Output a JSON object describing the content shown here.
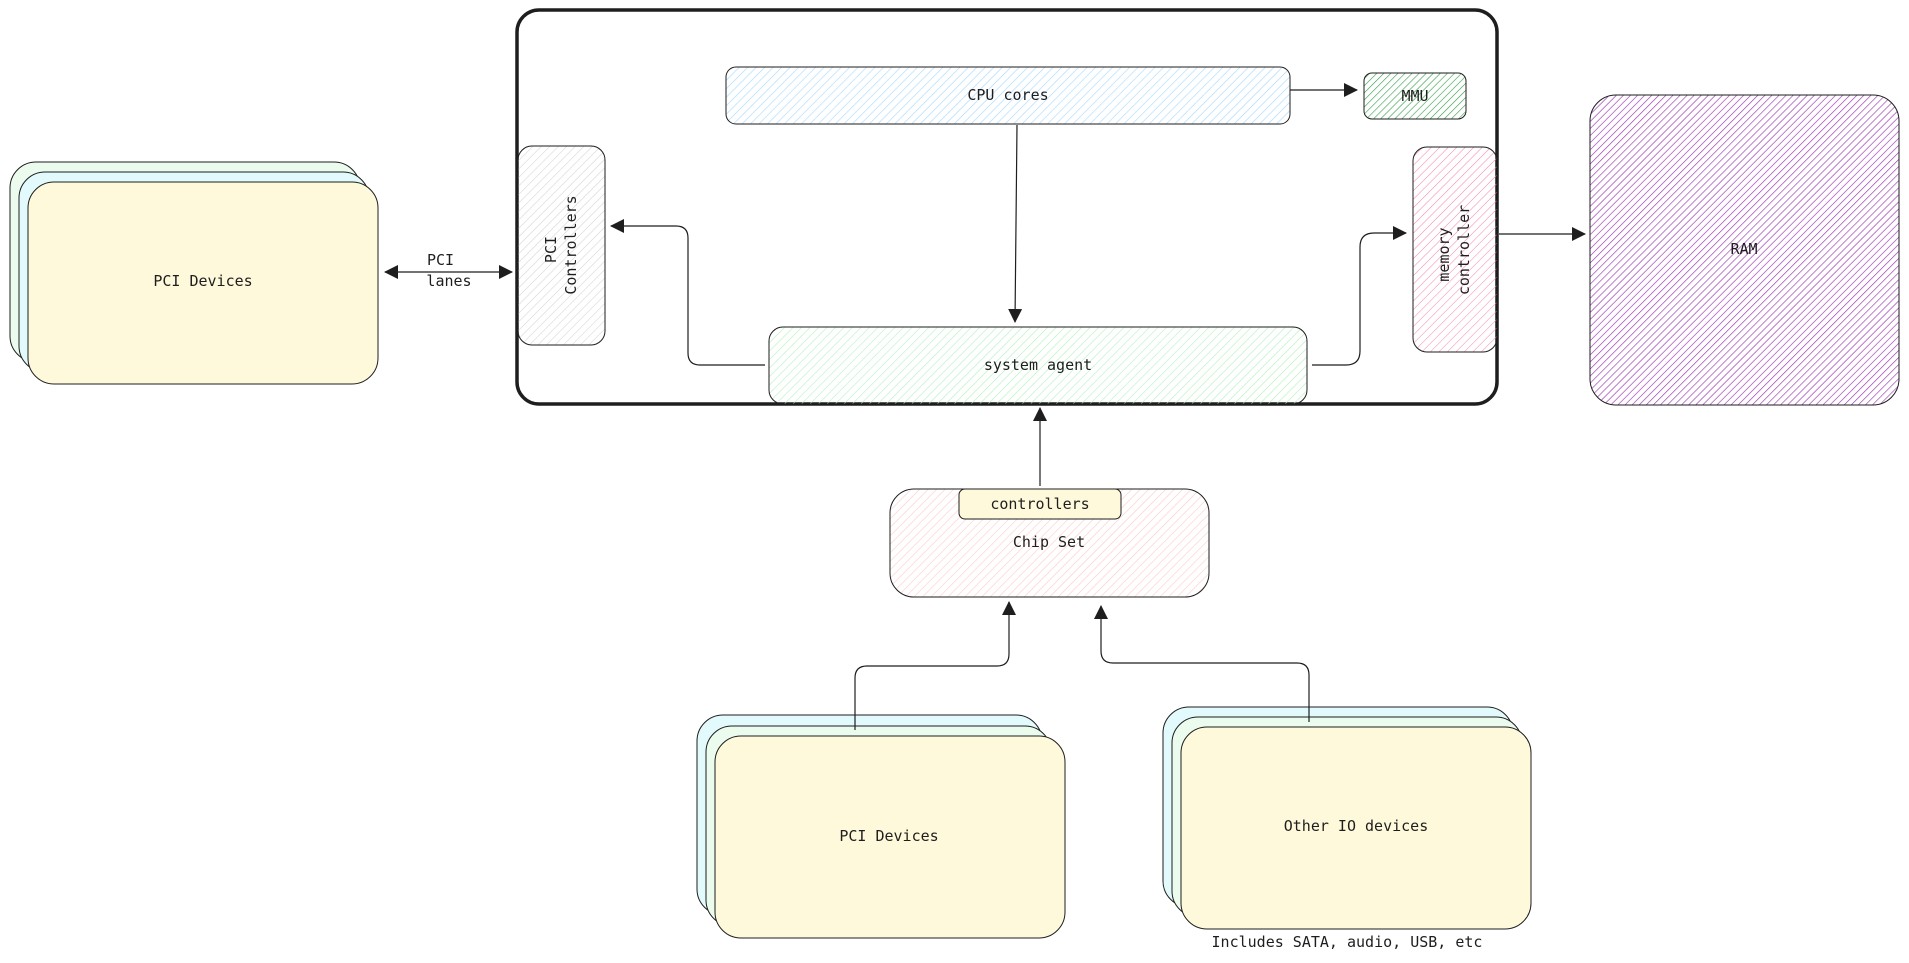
{
  "diagram": {
    "cpu_cores": "CPU cores",
    "mmu": "MMU",
    "pci_controllers_line1": "PCI",
    "pci_controllers_line2": "Controllers",
    "memory_controller_line1": "memory",
    "memory_controller_line2": "controller",
    "system_agent": "system agent",
    "ram": "RAM",
    "pci_devices_left": "PCI Devices",
    "pci_lanes_line1": "PCI",
    "pci_lanes_line2": "lanes",
    "chipset_controllers": "controllers",
    "chip_set": "Chip Set",
    "pci_devices_bottom": "PCI Devices",
    "other_io_devices": "Other IO devices",
    "other_io_note": "Includes SATA, audio, USB, etc"
  },
  "colors": {
    "stroke": "#1e1e1e",
    "cpu_cores_fill": "#a5d8ff",
    "mmu_fill": "#2f9e44",
    "system_agent_fill": "#b2f2bb",
    "memory_controller_fill": "#f783ac",
    "ram_fill": "#9c36b5",
    "chip_set_fill": "#ffc9c9",
    "pci_controllers_fill": "#ced4da",
    "device_front_fill": "#fff9db",
    "device_back_blue": "#e3fafc",
    "device_back_green": "#ebfbee"
  }
}
